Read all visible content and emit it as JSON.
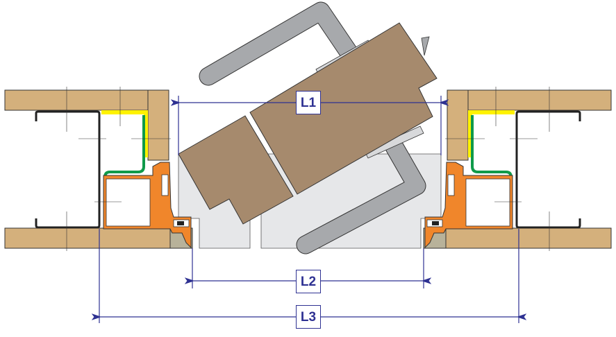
{
  "diagram": {
    "dimensions": [
      {
        "id": "L1",
        "label": "L1"
      },
      {
        "id": "L2",
        "label": "L2"
      },
      {
        "id": "L3",
        "label": "L3"
      }
    ],
    "colors": {
      "wood": "#d4b07c",
      "door_leaf": "#a68a6d",
      "handle": "#a7a9ac",
      "profile": "#f0862b",
      "seal_green": "#0f9a4a",
      "seal_yellow": "#fff200",
      "dimension_line": "#2e3192",
      "opening": "#e6e7e9"
    }
  }
}
